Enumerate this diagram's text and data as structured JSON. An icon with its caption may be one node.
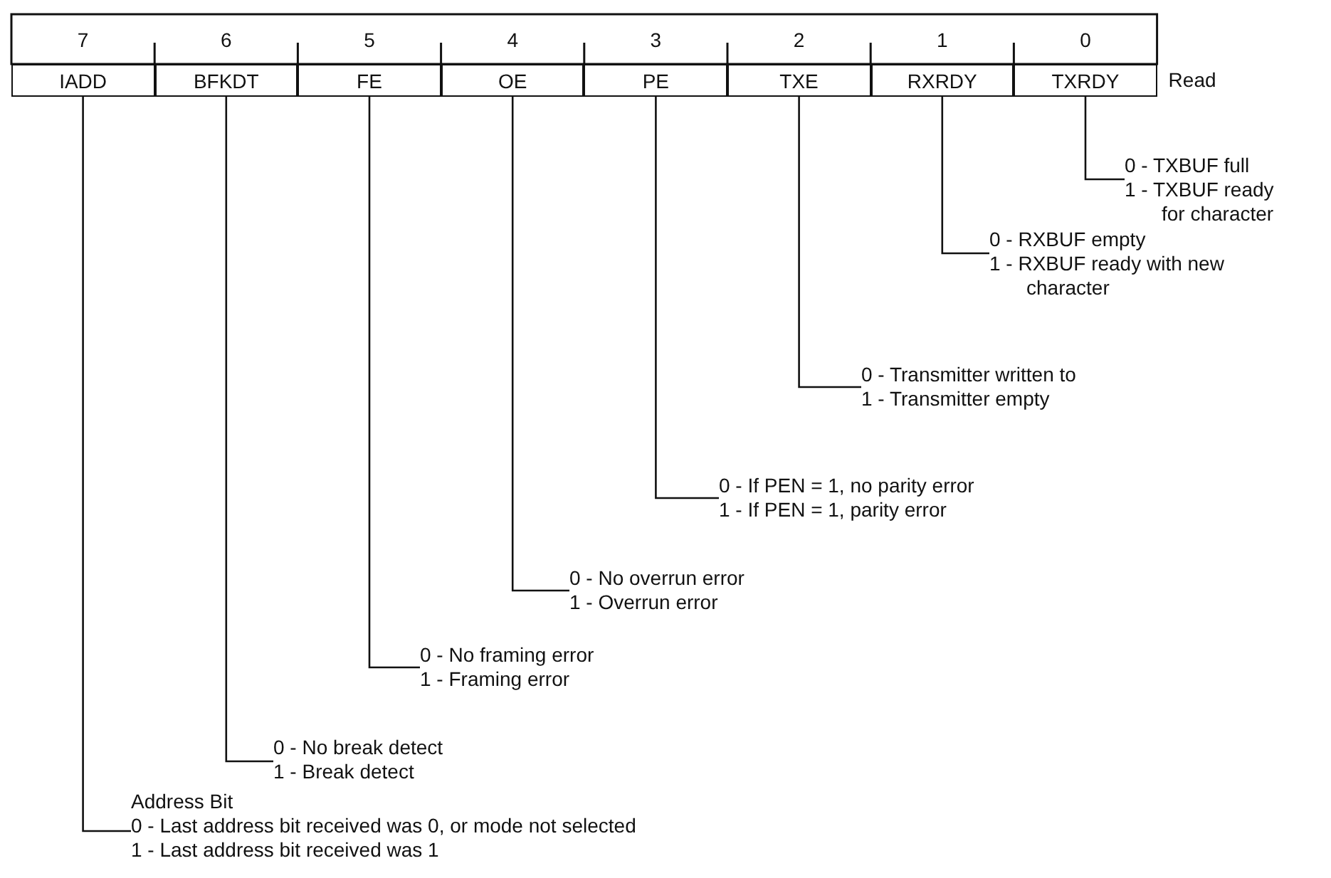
{
  "diagram": {
    "nodes": [
      {
        "text": [
          "7"
        ]
      },
      {
        "text": [
          "6"
        ]
      },
      {
        "text": [
          "5"
        ]
      },
      {
        "text": [
          "4"
        ]
      },
      {
        "text": [
          "3"
        ]
      },
      {
        "text": [
          "2"
        ]
      },
      {
        "text": [
          "1"
        ]
      },
      {
        "text": [
          "0"
        ]
      },
      {
        "text": [
          "IADD"
        ]
      },
      {
        "text": [
          "BFKDT"
        ]
      },
      {
        "text": [
          "FE"
        ]
      },
      {
        "text": [
          "OE"
        ]
      },
      {
        "text": [
          "PE"
        ]
      },
      {
        "text": [
          "TXE"
        ]
      },
      {
        "text": [
          "RXRDY"
        ]
      },
      {
        "text": [
          "TXRDY"
        ]
      },
      {
        "text": [
          "0 - TXBUF full",
          "1 - TXBUF ready for character"
        ]
      },
      {
        "text": [
          "0 - RXBUF empty",
          "1 - RXBUF ready with new character"
        ]
      },
      {
        "text": [
          "0 - Transmitter written to",
          "1 - Transmitter empty"
        ]
      },
      {
        "text": [
          "0 - If PEN = 1, no parity error",
          "1 - If PEN = 1, parity error"
        ]
      },
      {
        "text": [
          "0 - No overrun error",
          "1 - Overrun error"
        ]
      },
      {
        "text": [
          "0 - No framing error",
          "1 - Framing error"
        ]
      },
      {
        "text": [
          "0 - No break detect",
          "1 - Break detect"
        ]
      },
      {
        "text": [
          "Address Bit",
          "0 - Last address bit received was 0, or mode not selected",
          "1 - Last address bit received was 1"
        ]
      }
    ],
    "edges": [
      {
        "from": 8,
        "to": 23,
        "arrow": "none"
      },
      {
        "from": 9,
        "to": 22,
        "arrow": "none"
      },
      {
        "from": 10,
        "to": 21,
        "arrow": "none"
      },
      {
        "from": 11,
        "to": 20,
        "arrow": "none"
      },
      {
        "from": 12,
        "to": 19,
        "arrow": "none"
      },
      {
        "from": 13,
        "to": 18,
        "arrow": "none"
      },
      {
        "from": 14,
        "to": 17,
        "arrow": "none"
      },
      {
        "from": 15,
        "to": 16,
        "arrow": "none"
      }
    ],
    "labels": [
      "Read"
    ]
  }
}
